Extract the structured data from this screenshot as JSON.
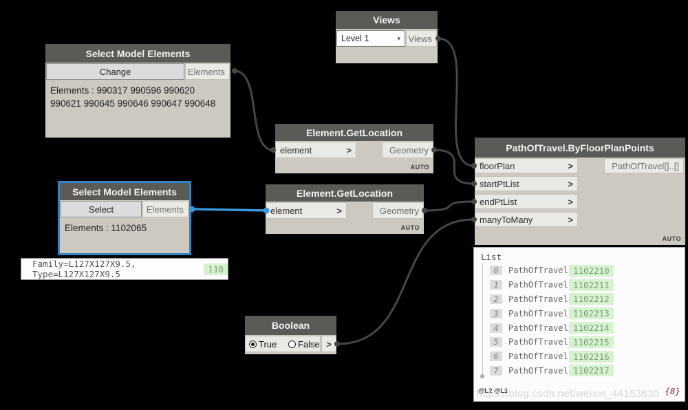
{
  "nodes": {
    "views": {
      "title": "Views",
      "dropdown_value": "Level 1",
      "output_label": "Views"
    },
    "select_elements_1": {
      "title": "Select Model Elements",
      "button_label": "Change",
      "output_label": "Elements",
      "value_text": "Elements : 990317 990596 990620 990621 990645 990646 990647 990648"
    },
    "get_location_1": {
      "title": "Element.GetLocation",
      "input_label": "element",
      "output_label": "Geometry",
      "lacing": "AUTO"
    },
    "select_elements_2": {
      "title": "Select Model Elements",
      "button_label": "Select",
      "output_label": "Elements",
      "value_text": "Elements : 1102065"
    },
    "get_location_2": {
      "title": "Element.GetLocation",
      "input_label": "element",
      "output_label": "Geometry",
      "lacing": "AUTO"
    },
    "path_of_travel": {
      "title": "PathOfTravel.ByFloorPlanPoints",
      "inputs": [
        "floorPlan",
        "startPtList",
        "endPtList",
        "manyToMany"
      ],
      "output_label": "PathOfTravel[]..[]",
      "lacing": "AUTO"
    },
    "boolean": {
      "title": "Boolean",
      "true_label": "True",
      "false_label": "False",
      "selected": "True",
      "output_label": ">"
    }
  },
  "icons": {
    "chevron": ">",
    "dropdown_caret": "▾"
  },
  "preview_tooltip": {
    "text": "Family=L127X127X9.5, Type=L127X127X9.5",
    "value": "110"
  },
  "list_preview": {
    "root_label": "List",
    "items": [
      {
        "index": "0",
        "label": "PathOfTravel",
        "value": "1102210"
      },
      {
        "index": "1",
        "label": "PathOfTravel",
        "value": "1102211"
      },
      {
        "index": "2",
        "label": "PathOfTravel",
        "value": "1102212"
      },
      {
        "index": "3",
        "label": "PathOfTravel",
        "value": "1102213"
      },
      {
        "index": "4",
        "label": "PathOfTravel",
        "value": "1102214"
      },
      {
        "index": "5",
        "label": "PathOfTravel",
        "value": "1102215"
      },
      {
        "index": "6",
        "label": "PathOfTravel",
        "value": "1102216"
      },
      {
        "index": "7",
        "label": "PathOfTravel",
        "value": "1102217"
      }
    ],
    "levels_label": "@L2 @L1",
    "count_label": "{8}"
  },
  "watermark": "https://blog.csdn.net/weixin_44153630",
  "colors": {
    "selection_blue": "#2e85c8",
    "wire_gray": "#474744",
    "value_green_bg": "#d6f3cf",
    "count_red": "#8b2020"
  }
}
